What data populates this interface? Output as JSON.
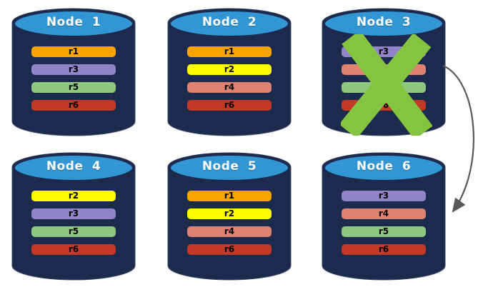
{
  "palette": {
    "background": "#FFFFFF",
    "cylinder_body": "#1C2B4D",
    "cylinder_top": "#3196D3",
    "title_color": "#FFFFFF",
    "bar_text_color": "#000000",
    "x_mark": "#85C440",
    "arrow": "#595959"
  },
  "replica_colors": {
    "r1": "#F9A400",
    "r2": "#FDFD00",
    "r3": "#9184C8",
    "r4": "#DF8271",
    "r5": "#90C77E",
    "r6": "#C23A27"
  },
  "nodes": [
    {
      "name": "Node 1",
      "replicas": [
        "r1",
        "r3",
        "r5",
        "r6"
      ],
      "failed": false
    },
    {
      "name": "Node 2",
      "replicas": [
        "r1",
        "r2",
        "r4",
        "r6"
      ],
      "failed": false
    },
    {
      "name": "Node 3",
      "replicas": [
        "r3",
        "r4",
        "r5",
        "r6"
      ],
      "failed": true
    },
    {
      "name": "Node 4",
      "replicas": [
        "r2",
        "r3",
        "r5",
        "r6"
      ],
      "failed": false
    },
    {
      "name": "Node 5",
      "replicas": [
        "r1",
        "r2",
        "r4",
        "r6"
      ],
      "failed": false
    },
    {
      "name": "Node 6",
      "replicas": [
        "r3",
        "r4",
        "r5",
        "r6"
      ],
      "failed": false
    }
  ],
  "arrow": {
    "from": "Node 3",
    "to": "Node 6"
  }
}
